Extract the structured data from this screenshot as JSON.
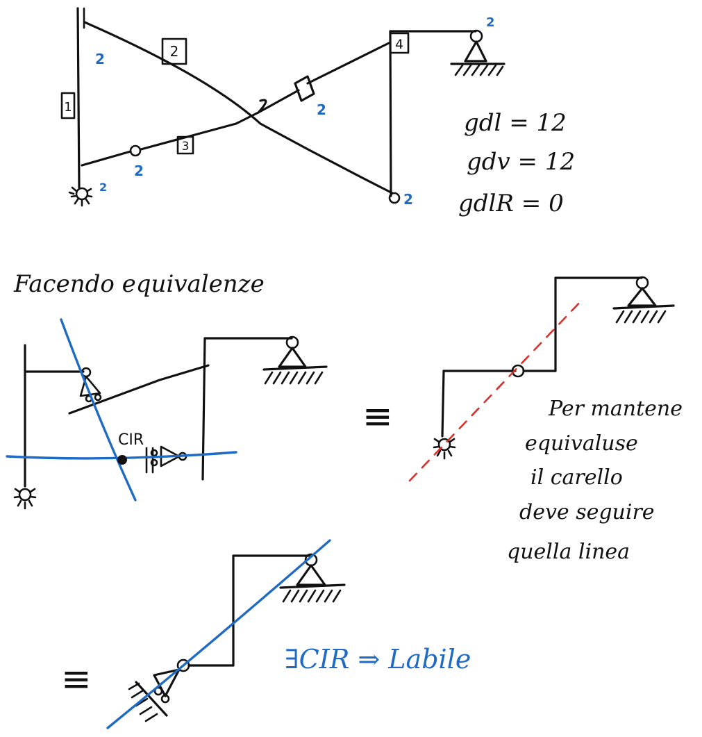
{
  "colors": {
    "ink": "#111111",
    "accent": "#1f6bc4",
    "dashed_line": "#d9302c"
  },
  "top_diagram": {
    "member_labels": [
      "1",
      "2",
      "3",
      "4"
    ],
    "dof_marks": [
      "2",
      "2",
      "2",
      "2",
      "2",
      "2",
      "2"
    ],
    "equations": {
      "gdl": "gdl = 12",
      "gdv": "gdv = 12",
      "gdlr": "gdlR = 0"
    }
  },
  "step1": {
    "heading": "Facendo equivalenze",
    "cir_label": "CIR"
  },
  "step2": {
    "equiv": "≡",
    "note_lines": [
      "Per mantene",
      "equivaluse",
      "il carello",
      "deve seguire",
      "quella linea"
    ]
  },
  "step3": {
    "equiv": "≡",
    "conclusion": "∃CIR ⇒ Labile"
  }
}
